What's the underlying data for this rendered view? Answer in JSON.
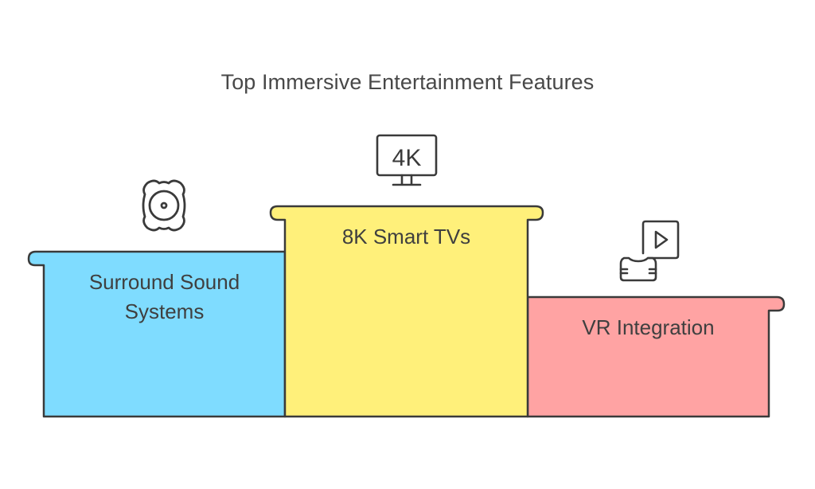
{
  "title": "Top Immersive Entertainment Features",
  "colors": {
    "outline": "#3a3a3a",
    "text": "#444444",
    "surround": "#7fdcff",
    "tv": "#fff07a",
    "vr": "#ffa3a3"
  },
  "podium": [
    {
      "rank": 2,
      "label": "Surround Sound Systems",
      "label_lines": [
        "Surround Sound",
        "Systems"
      ],
      "icon": "speaker-icon",
      "color": "#7fdcff"
    },
    {
      "rank": 1,
      "label": "8K Smart TVs",
      "label_lines": [
        "8K Smart TVs"
      ],
      "icon": "4k-monitor-icon",
      "color": "#fff07a"
    },
    {
      "rank": 3,
      "label": "VR Integration",
      "label_lines": [
        "VR Integration"
      ],
      "icon": "vr-headset-video-icon",
      "color": "#ffa3a3"
    }
  ],
  "icons": {
    "tv_badge": "4K"
  }
}
